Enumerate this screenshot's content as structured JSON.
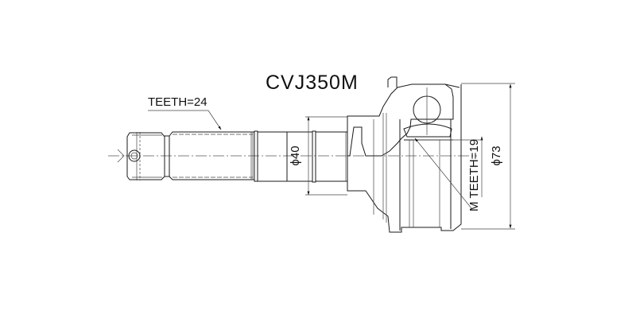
{
  "drawing": {
    "part_number": "CVJ350M",
    "labels": {
      "spline_outer": "TEETH=24",
      "shaft_diameter": "ϕ40",
      "spline_inner": "TEETH=19",
      "spline_inner_prefix": "M",
      "housing_diameter": "ϕ73"
    },
    "colors": {
      "line": "#1a1a1a",
      "background": "#ffffff"
    }
  }
}
